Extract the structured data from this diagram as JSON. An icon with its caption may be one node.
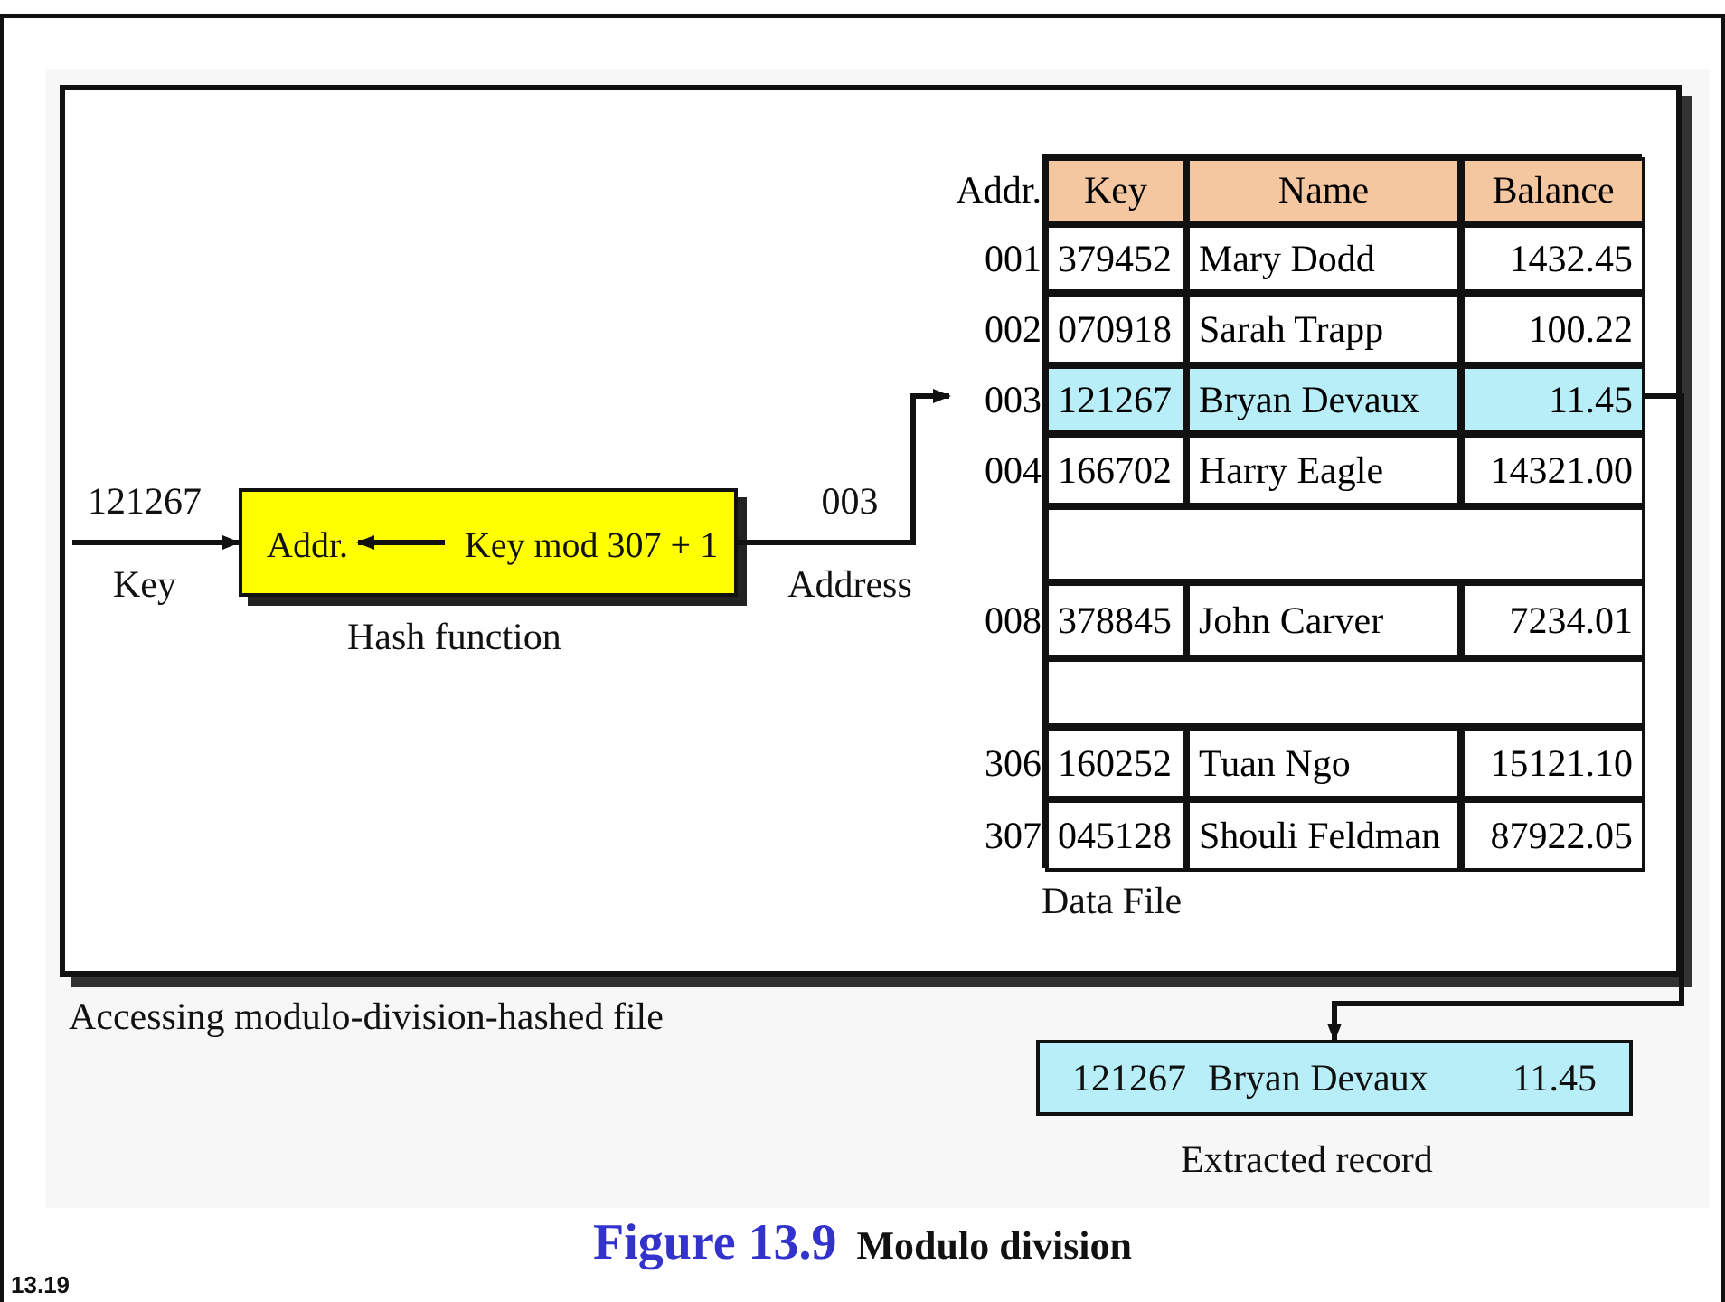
{
  "diagram": {
    "title": "Figure 13.9 Modulo division",
    "nodes": [
      {
        "text": [],
        "shape": "box",
        "beside": [
          "Hash function"
        ]
      },
      {
        "text": [
          "Addr."
        ],
        "in": 0
      },
      {
        "text": [
          "Key mod 307 + 1"
        ],
        "in": 0
      },
      {
        "text": [],
        "shape": "box",
        "beside": [
          "Data File"
        ]
      },
      {
        "text": [
          "Addr.",
          "Key",
          "Name",
          "Balance"
        ],
        "in": 3
      },
      {
        "text": [
          "001",
          "379452",
          "Mary Dodd",
          "1432.45"
        ],
        "in": 3
      },
      {
        "text": [
          "002",
          "070918",
          "Sarah Trapp",
          "100.22"
        ],
        "in": 3
      },
      {
        "text": [
          "003",
          "121267",
          "Bryan Devaux",
          "11.45"
        ],
        "in": 3
      },
      {
        "text": [
          "004",
          "166702",
          "Harry Eagle",
          "14321.00"
        ],
        "in": 3
      },
      {
        "text": [],
        "shape": "box",
        "in": 3
      },
      {
        "text": [
          "008",
          "378845",
          "John Carver",
          "7234.01"
        ],
        "in": 3
      },
      {
        "text": [],
        "shape": "box",
        "in": 3
      },
      {
        "text": [
          "306",
          "160252",
          "Tuan Ngo",
          "15121.10"
        ],
        "in": 3
      },
      {
        "text": [
          "307",
          "045128",
          "Shouli Feldman",
          "87922.05"
        ],
        "in": 3
      },
      {
        "text": [
          "121267",
          "Bryan Devaux",
          "11.45"
        ],
        "beside": [
          "Extracted record"
        ]
      }
    ],
    "edges": [
      {
        "from": null,
        "to": 0,
        "arrow": "to",
        "label": "121267 Key"
      },
      {
        "from": 2,
        "to": 1,
        "arrow": "to"
      },
      {
        "from": 0,
        "to": 7,
        "arrow": "to",
        "label": "003 Address"
      },
      {
        "from": 7,
        "to": 14,
        "arrow": "to"
      }
    ],
    "labels": [
      "Accessing modulo-division-hashed file",
      "13.19"
    ]
  }
}
